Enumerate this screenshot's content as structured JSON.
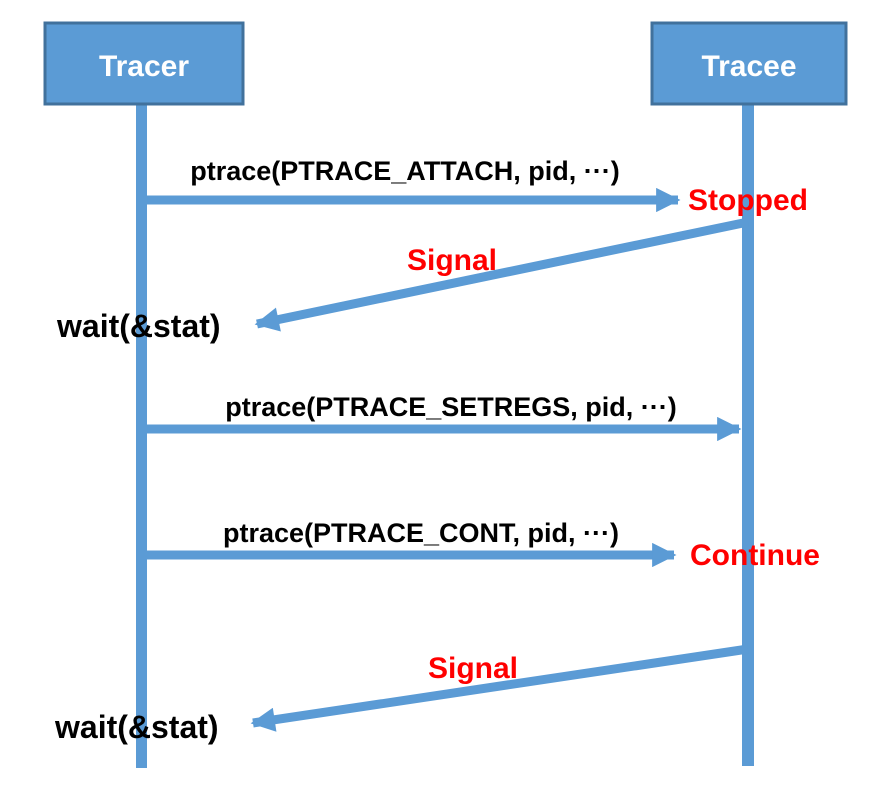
{
  "actors": [
    {
      "label": "Tracer"
    },
    {
      "label": "Tracee"
    }
  ],
  "messages": [
    {
      "label": "ptrace(PTRACE_ATTACH, pid, ···)",
      "from": "Tracer",
      "to": "Tracee",
      "kind": "call"
    },
    {
      "label": "Signal",
      "from": "Tracee",
      "to": "Tracer",
      "kind": "signal"
    },
    {
      "label": "wait(&stat)",
      "at": "Tracer",
      "kind": "call-annotation"
    },
    {
      "label": "ptrace(PTRACE_SETREGS, pid, ···)",
      "from": "Tracer",
      "to": "Tracee",
      "kind": "call"
    },
    {
      "label": "ptrace(PTRACE_CONT, pid, ···)",
      "from": "Tracer",
      "to": "Tracee",
      "kind": "call"
    },
    {
      "label": "Signal",
      "from": "Tracee",
      "to": "Tracer",
      "kind": "signal"
    },
    {
      "label": "wait(&stat)",
      "at": "Tracer",
      "kind": "call-annotation"
    }
  ],
  "states": [
    {
      "label": "Stopped",
      "at": "Tracee"
    },
    {
      "label": "Continue",
      "at": "Tracee"
    }
  ],
  "colors": {
    "node_fill": "#5b9bd5",
    "node_border": "#41719c",
    "arrow_blue": "#5b9bd5",
    "state_red": "#ff0000",
    "label_black": "#000000",
    "actor_text": "#ffffff"
  }
}
